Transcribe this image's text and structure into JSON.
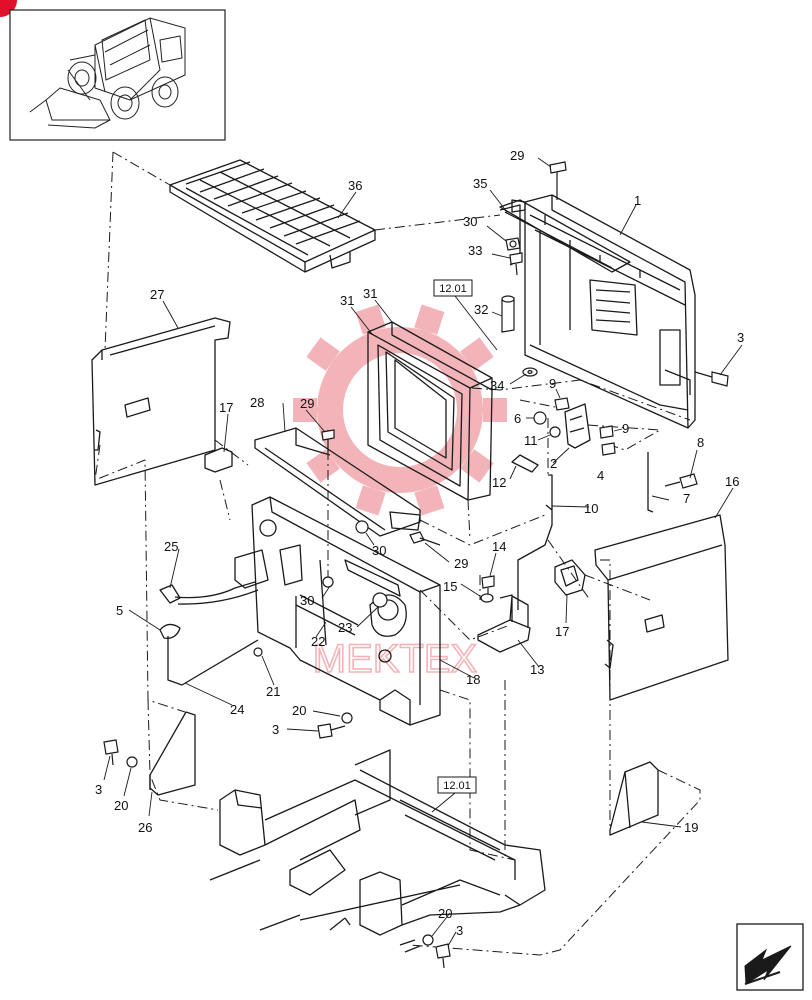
{
  "corner_badge": {
    "color": "#e0102a"
  },
  "watermark": {
    "text": "MEKTEX",
    "color": "#f2a7ad"
  },
  "ref_boxes": [
    {
      "label": "12.01"
    },
    {
      "label": "12.01"
    }
  ],
  "callouts": [
    {
      "num": "29"
    },
    {
      "num": "35"
    },
    {
      "num": "1"
    },
    {
      "num": "36"
    },
    {
      "num": "30"
    },
    {
      "num": "33"
    },
    {
      "num": "27"
    },
    {
      "num": "31"
    },
    {
      "num": "31"
    },
    {
      "num": "32"
    },
    {
      "num": "3"
    },
    {
      "num": "34"
    },
    {
      "num": "9"
    },
    {
      "num": "6"
    },
    {
      "num": "9"
    },
    {
      "num": "11"
    },
    {
      "num": "28"
    },
    {
      "num": "29"
    },
    {
      "num": "17"
    },
    {
      "num": "4"
    },
    {
      "num": "8"
    },
    {
      "num": "2"
    },
    {
      "num": "12"
    },
    {
      "num": "7"
    },
    {
      "num": "16"
    },
    {
      "num": "10"
    },
    {
      "num": "30"
    },
    {
      "num": "29"
    },
    {
      "num": "25"
    },
    {
      "num": "14"
    },
    {
      "num": "15"
    },
    {
      "num": "30"
    },
    {
      "num": "5"
    },
    {
      "num": "23"
    },
    {
      "num": "22"
    },
    {
      "num": "17"
    },
    {
      "num": "13"
    },
    {
      "num": "18"
    },
    {
      "num": "21"
    },
    {
      "num": "24"
    },
    {
      "num": "20"
    },
    {
      "num": "3"
    },
    {
      "num": "3"
    },
    {
      "num": "20"
    },
    {
      "num": "26"
    },
    {
      "num": "19"
    },
    {
      "num": "20"
    },
    {
      "num": "3"
    }
  ]
}
